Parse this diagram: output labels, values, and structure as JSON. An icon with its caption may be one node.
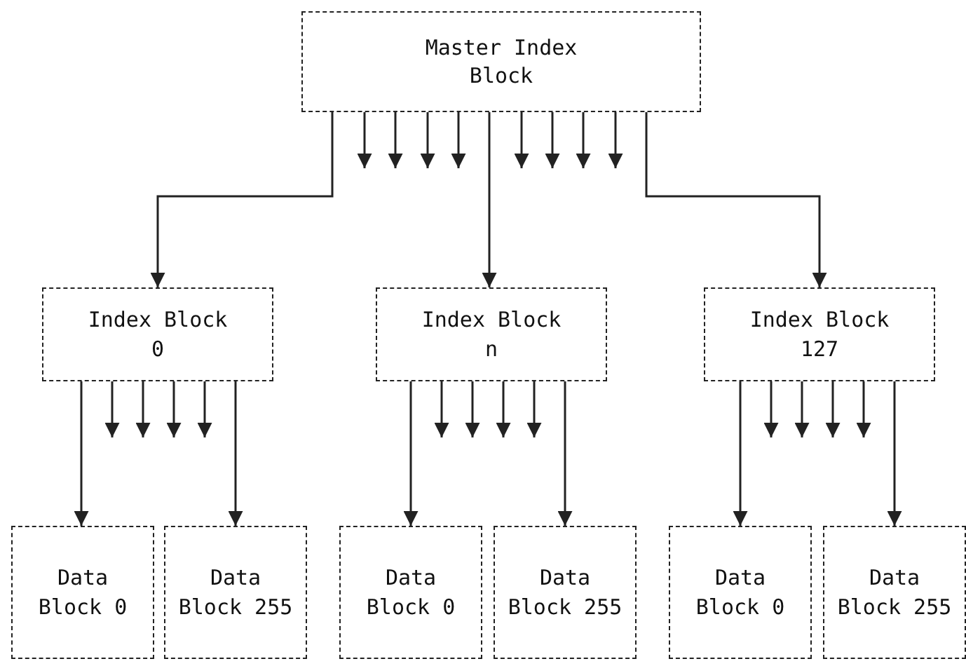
{
  "diagram": {
    "nodes": [
      {
        "text": [
          "Master Index Block"
        ]
      },
      {
        "text": [
          "Index Block 0"
        ]
      },
      {
        "text": [
          "Index Block n"
        ]
      },
      {
        "text": [
          "Index Block 127"
        ]
      },
      {
        "text": [
          "Data Block 0"
        ]
      },
      {
        "text": [
          "Data Block 255"
        ]
      },
      {
        "text": [
          "Data Block 0"
        ]
      },
      {
        "text": [
          "Data Block 255"
        ]
      },
      {
        "text": [
          "Data Block 0"
        ]
      },
      {
        "text": [
          "Data Block 255"
        ]
      }
    ],
    "edges": [
      {
        "from": 0,
        "to": 1,
        "arrow": "to"
      },
      {
        "from": 0,
        "to": null,
        "arrow": "to"
      },
      {
        "from": 0,
        "to": null,
        "arrow": "to"
      },
      {
        "from": 0,
        "to": null,
        "arrow": "to"
      },
      {
        "from": 0,
        "to": null,
        "arrow": "to"
      },
      {
        "from": 0,
        "to": 2,
        "arrow": "to"
      },
      {
        "from": 0,
        "to": null,
        "arrow": "to"
      },
      {
        "from": 0,
        "to": null,
        "arrow": "to"
      },
      {
        "from": 0,
        "to": null,
        "arrow": "to"
      },
      {
        "from": 0,
        "to": null,
        "arrow": "to"
      },
      {
        "from": 0,
        "to": 3,
        "arrow": "to"
      },
      {
        "from": 1,
        "to": 4,
        "arrow": "to"
      },
      {
        "from": 1,
        "to": null,
        "arrow": "to"
      },
      {
        "from": 1,
        "to": null,
        "arrow": "to"
      },
      {
        "from": 1,
        "to": null,
        "arrow": "to"
      },
      {
        "from": 1,
        "to": null,
        "arrow": "to"
      },
      {
        "from": 1,
        "to": 5,
        "arrow": "to"
      },
      {
        "from": 2,
        "to": 6,
        "arrow": "to"
      },
      {
        "from": 2,
        "to": null,
        "arrow": "to"
      },
      {
        "from": 2,
        "to": null,
        "arrow": "to"
      },
      {
        "from": 2,
        "to": null,
        "arrow": "to"
      },
      {
        "from": 2,
        "to": null,
        "arrow": "to"
      },
      {
        "from": 2,
        "to": 7,
        "arrow": "to"
      },
      {
        "from": 3,
        "to": 8,
        "arrow": "to"
      },
      {
        "from": 3,
        "to": null,
        "arrow": "to"
      },
      {
        "from": 3,
        "to": null,
        "arrow": "to"
      },
      {
        "from": 3,
        "to": null,
        "arrow": "to"
      },
      {
        "from": 3,
        "to": null,
        "arrow": "to"
      },
      {
        "from": 3,
        "to": 9,
        "arrow": "to"
      }
    ]
  }
}
